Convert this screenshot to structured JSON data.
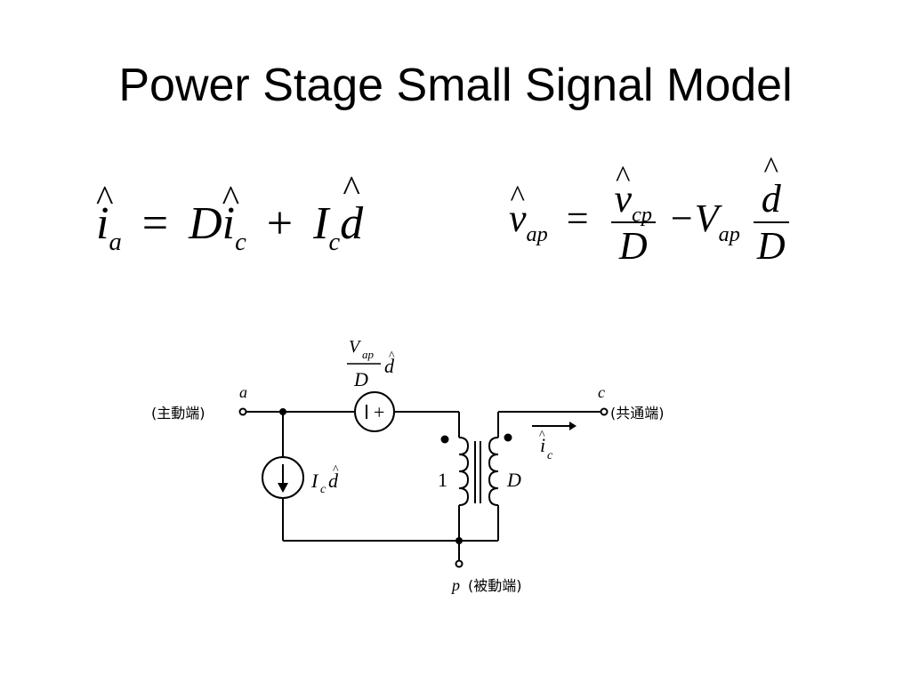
{
  "title": "Power Stage Small Signal Model",
  "equation_1": {
    "lhs": "i",
    "lhs_sub": "a",
    "equals": "=",
    "coef": "D",
    "term1": "i",
    "term1_sub": "c",
    "plus": "+",
    "term2": "I",
    "term2_sub": "c",
    "term2_var": "d"
  },
  "equation_2": {
    "lhs": "v",
    "lhs_sub": "ap",
    "equals": "=",
    "frac1_num": "v",
    "frac1_num_sub": "cp",
    "frac1_den": "D",
    "minus": "−",
    "coef": "V",
    "coef_sub": "ap",
    "frac2_num": "d",
    "frac2_den": "D"
  },
  "circuit": {
    "source_label_num": "V",
    "source_label_num_sub": "ap",
    "source_label_den": "D",
    "source_label_var": "d",
    "source_sign": "+",
    "current_source_label": "I",
    "current_source_sub": "c",
    "current_source_var": "d",
    "node_a": "a",
    "node_a_desc": "(主動端)",
    "node_c": "c",
    "node_c_desc": "(共通端)",
    "node_p": "p",
    "node_p_desc": "(被動端)",
    "turns_primary": "1",
    "turns_secondary": "D",
    "current_label": "i",
    "current_label_sub": "c"
  }
}
